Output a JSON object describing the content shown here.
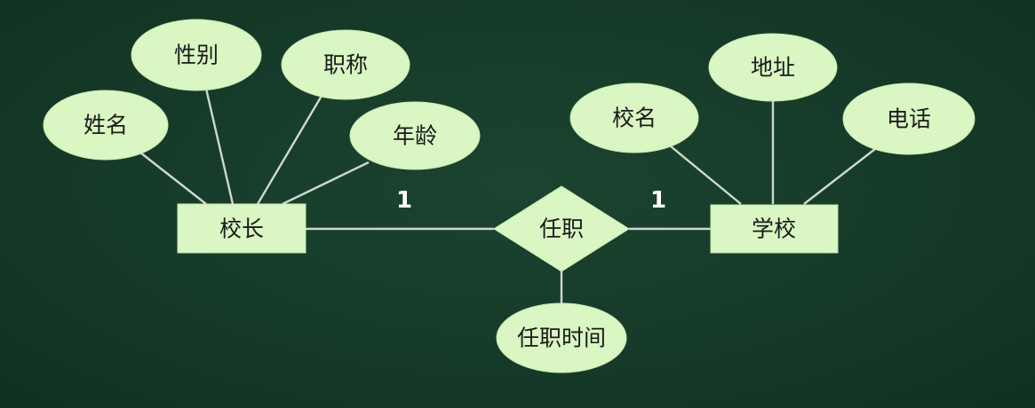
{
  "entities": {
    "principal": "校长",
    "school": "学校"
  },
  "relationship": {
    "name": "任职",
    "attribute": "任职时间",
    "cardinality_left": "1",
    "cardinality_right": "1"
  },
  "principal_attributes": {
    "name": "姓名",
    "gender": "性别",
    "title": "职称",
    "age": "年龄"
  },
  "school_attributes": {
    "name": "校名",
    "address": "地址",
    "phone": "电话"
  }
}
